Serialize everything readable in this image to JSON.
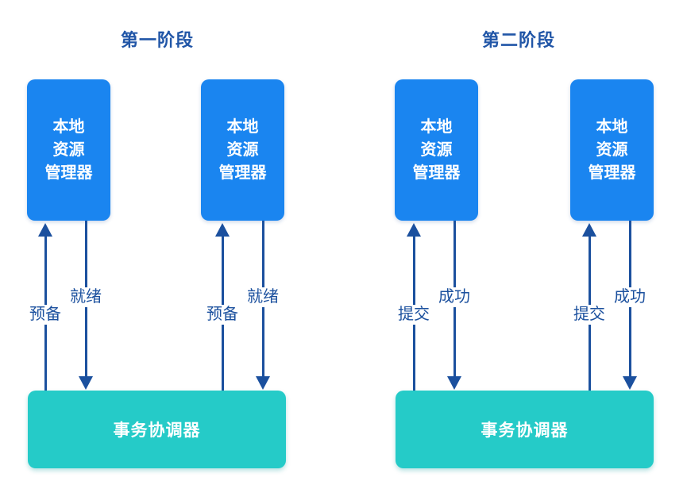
{
  "colors": {
    "manager_box": "#1a85f0",
    "coordinator_box": "#25cbc8",
    "arrow": "#1b509e",
    "phase_title_text": "#2156a7",
    "box_text": "#ffffff"
  },
  "phase1": {
    "title": "第一阶段",
    "coordinator_label": "事务协调器",
    "managers": [
      {
        "label": "本地\n资源\n管理器",
        "request_label": "预备",
        "response_label": "就绪"
      },
      {
        "label": "本地\n资源\n管理器",
        "request_label": "预备",
        "response_label": "就绪"
      }
    ]
  },
  "phase2": {
    "title": "第二阶段",
    "coordinator_label": "事务协调器",
    "managers": [
      {
        "label": "本地\n资源\n管理器",
        "request_label": "提交",
        "response_label": "成功"
      },
      {
        "label": "本地\n资源\n管理器",
        "request_label": "提交",
        "response_label": "成功"
      }
    ]
  }
}
